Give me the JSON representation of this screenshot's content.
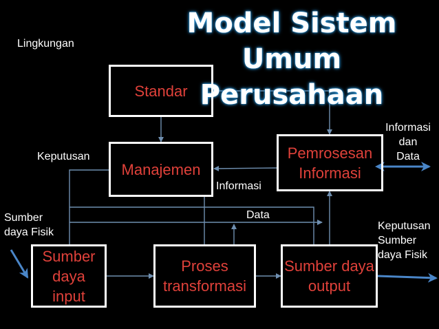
{
  "title": {
    "line1": "Model Sistem Umum",
    "line2": "Perusahaan"
  },
  "environment_label": "Lingkungan",
  "boxes": {
    "standar": "Standar",
    "manajemen": "Manajemen",
    "pemrosesan": {
      "line1": "Pemrosesan",
      "line2": "Informasi"
    },
    "sumber_input": {
      "line1": "Sumber",
      "line2": "daya",
      "line3": "input"
    },
    "proses": {
      "line1": "Proses",
      "line2": "transformasi"
    },
    "sumber_output": {
      "line1": "Sumber daya",
      "line2": "output"
    }
  },
  "labels": {
    "keputusan": "Keputusan",
    "informasi": "Informasi",
    "data": "Data",
    "sumber_fisik": {
      "line1": "Sumber",
      "line2": "daya Fisik"
    },
    "info_dan_data": {
      "line1": "Informasi",
      "line2": "dan",
      "line3": "Data"
    },
    "out_labels": {
      "line1": "Keputusan",
      "line2": "Sumber",
      "line3": "daya Fisik"
    }
  },
  "colors": {
    "background": "#000000",
    "box_border": "#ffffff",
    "box_text": "#e0413a",
    "connector": "#6f8fb0",
    "arrow": "#4a86c8",
    "title_glow": "#2a8fd0"
  }
}
